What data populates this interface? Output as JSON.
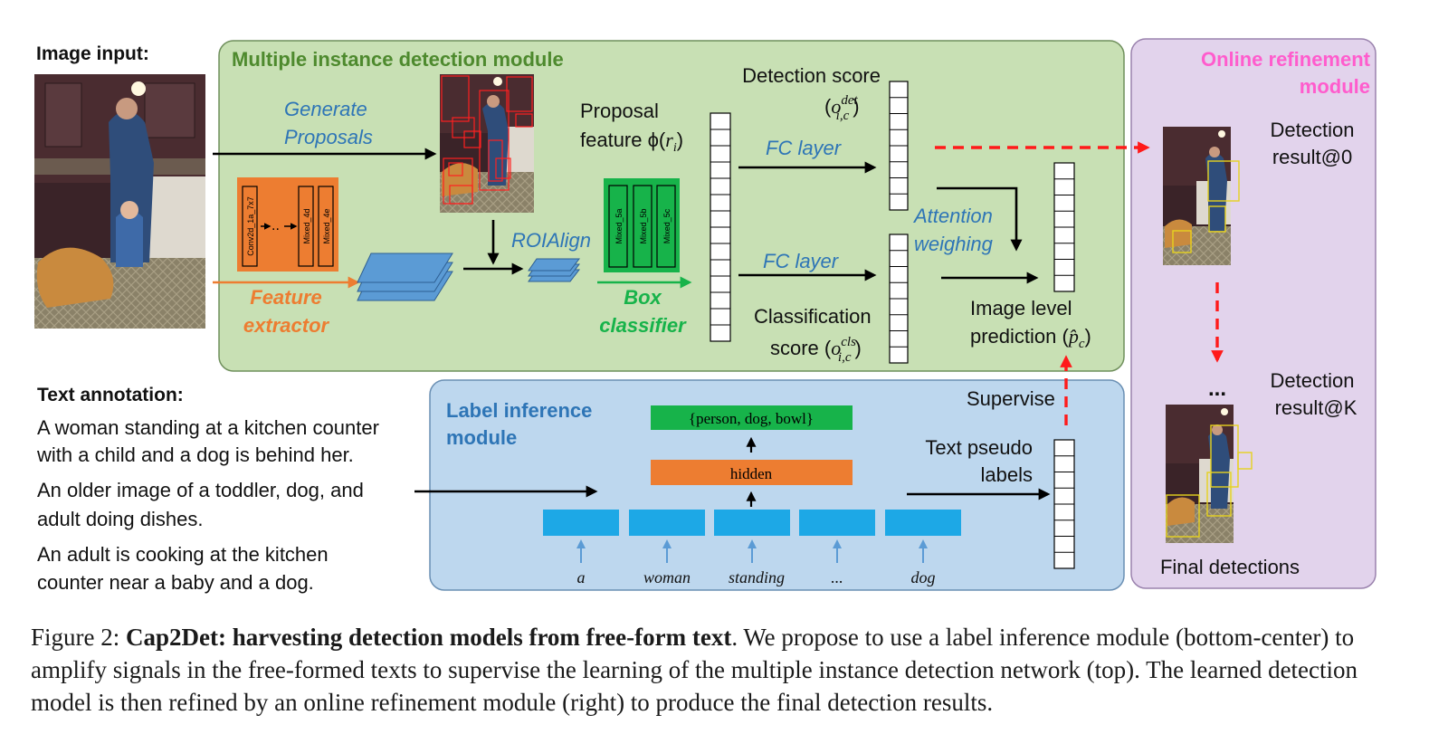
{
  "image_input": {
    "title": "Image input:"
  },
  "mid_module": {
    "title": "Multiple instance detection module",
    "generate_line1": "Generate",
    "generate_line2": "Proposals",
    "roialign": "ROIAlign",
    "feature_line1": "Feature",
    "feature_line2": "extractor",
    "box_line1": "Box",
    "box_line2": "classifier",
    "extractor_layers": [
      "Conv2d_1a_7x7",
      "Mixed_4d",
      "Mixed_4e"
    ],
    "extractor_ellipsis": "..",
    "classifier_layers": [
      "Mixed_5a",
      "Mixed_5b",
      "Mixed_5c"
    ],
    "proposal_line1": "Proposal",
    "proposal_line2": "feature ϕ(",
    "proposal_r": "r",
    "proposal_i": "i",
    "proposal_close": ")",
    "detscore_line1": "Detection score",
    "detscore_open": "(",
    "detscore_o": "o",
    "detscore_sup": "det",
    "detscore_sub": "i,c",
    "detscore_close": ")",
    "fc_top": "FC layer",
    "fc_bottom": "FC layer",
    "attention_line1": "Attention",
    "attention_line2": "weighing",
    "cls_line1": "Classification",
    "cls_prefix": "score (",
    "cls_o": "o",
    "cls_sup": "cls",
    "cls_sub": "i,c",
    "cls_close": ")",
    "imglevel_line1": "Image level",
    "imglevel_prefix": "prediction (",
    "imglevel_p": "p̂",
    "imglevel_sub": "c",
    "imglevel_close": ")"
  },
  "refine_module": {
    "title_line1": "Online refinement",
    "title_line2": "module",
    "result0_line1": "Detection",
    "result0_line2": "result@0",
    "dots": "...",
    "resultk_line1": "Detection",
    "resultk_line2": "result@K",
    "final": "Final detections"
  },
  "text_annotation": {
    "title": "Text annotation:",
    "lines": [
      "A woman standing at a kitchen counter",
      "with a child and a dog is behind her.",
      "An older image of a toddler, dog, and",
      "adult doing dishes.",
      "An adult is cooking at the kitchen",
      "counter near a baby and a dog."
    ]
  },
  "label_module": {
    "title_line1": "Label inference",
    "title_line2": "module",
    "output_labels": "{person, dog, bowl}",
    "hidden": "hidden",
    "words": [
      "a",
      "woman",
      "standing",
      "...",
      "dog"
    ],
    "supervise": "Supervise",
    "pseudo_line1": "Text pseudo",
    "pseudo_line2": "labels"
  },
  "caption": {
    "prefix": "Figure 2: ",
    "bold": "Cap2Det: harvesting detection models from free-form text",
    "rest": ". We propose to use a label inference module (bottom-center) to amplify signals in the free-formed texts to supervise the learning of the multiple instance detection network (top). The learned detection model is then refined by an online refinement module (right) to produce the final detection results."
  },
  "colors": {
    "mid_bg": "#c8e0b4",
    "mid_border": "#6f8f5c",
    "mid_title": "#4e8a2e",
    "refine_bg": "#e2d3ec",
    "refine_border": "#9a82ad",
    "refine_title": "#ff5ccd",
    "label_bg": "#bdd7ee",
    "label_border": "#6a8fb3",
    "label_title": "#2e75b6",
    "orange": "#ed7d31",
    "green": "#17b34a",
    "blue_text": "#2e75b6",
    "cyan": "#1da8e6",
    "red_dash": "#ff1a1a"
  }
}
